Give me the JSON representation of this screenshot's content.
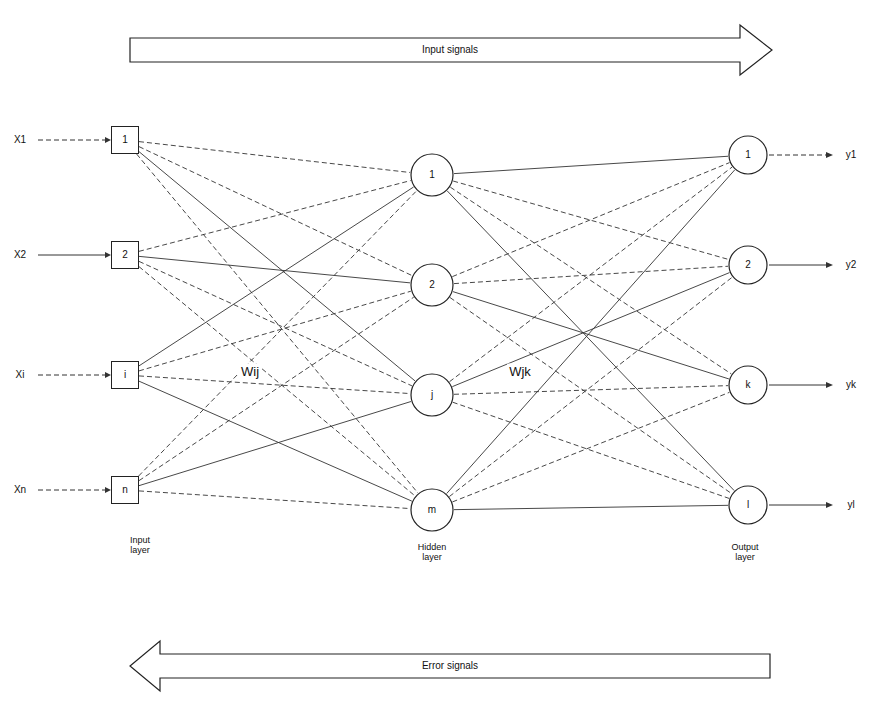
{
  "diagram": {
    "nodes": [
      {
        "text": [
          "1"
        ]
      },
      {
        "text": [
          "2"
        ]
      },
      {
        "text": [
          "i"
        ]
      },
      {
        "text": [
          "n"
        ]
      },
      {
        "text": [
          "1"
        ]
      },
      {
        "text": [
          "2"
        ]
      },
      {
        "text": [
          "j"
        ]
      },
      {
        "text": [
          "m"
        ]
      },
      {
        "text": [
          "1"
        ]
      },
      {
        "text": [
          "2"
        ]
      },
      {
        "text": [
          "k"
        ]
      },
      {
        "text": [
          "l"
        ]
      }
    ],
    "edges": [
      {
        "from": 0,
        "to": 4,
        "arrow": "none"
      },
      {
        "from": 0,
        "to": 5,
        "arrow": "none"
      },
      {
        "from": 0,
        "to": 6,
        "arrow": "none"
      },
      {
        "from": 0,
        "to": 7,
        "arrow": "none"
      },
      {
        "from": 1,
        "to": 4,
        "arrow": "none"
      },
      {
        "from": 1,
        "to": 5,
        "arrow": "none"
      },
      {
        "from": 1,
        "to": 6,
        "arrow": "none"
      },
      {
        "from": 1,
        "to": 7,
        "arrow": "none"
      },
      {
        "from": 2,
        "to": 4,
        "arrow": "none"
      },
      {
        "from": 2,
        "to": 5,
        "arrow": "none"
      },
      {
        "from": 2,
        "to": 6,
        "arrow": "none"
      },
      {
        "from": 2,
        "to": 7,
        "arrow": "none"
      },
      {
        "from": 3,
        "to": 4,
        "arrow": "none"
      },
      {
        "from": 3,
        "to": 5,
        "arrow": "none"
      },
      {
        "from": 3,
        "to": 6,
        "arrow": "none"
      },
      {
        "from": 3,
        "to": 7,
        "arrow": "none"
      },
      {
        "from": 4,
        "to": 8,
        "arrow": "none"
      },
      {
        "from": 4,
        "to": 9,
        "arrow": "none"
      },
      {
        "from": 4,
        "to": 10,
        "arrow": "none"
      },
      {
        "from": 4,
        "to": 11,
        "arrow": "none"
      },
      {
        "from": 5,
        "to": 8,
        "arrow": "none"
      },
      {
        "from": 5,
        "to": 9,
        "arrow": "none"
      },
      {
        "from": 5,
        "to": 10,
        "arrow": "none"
      },
      {
        "from": 5,
        "to": 11,
        "arrow": "none"
      },
      {
        "from": 6,
        "to": 8,
        "arrow": "none"
      },
      {
        "from": 6,
        "to": 9,
        "arrow": "none"
      },
      {
        "from": 6,
        "to": 10,
        "arrow": "none"
      },
      {
        "from": 6,
        "to": 11,
        "arrow": "none"
      },
      {
        "from": 7,
        "to": 8,
        "arrow": "none"
      },
      {
        "from": 7,
        "to": 9,
        "arrow": "none"
      },
      {
        "from": 7,
        "to": 10,
        "arrow": "none"
      },
      {
        "from": 7,
        "to": 11,
        "arrow": "none"
      }
    ],
    "labels": [
      "Input signals",
      "Error signals",
      "X1",
      "X2",
      "Xi",
      "Xn",
      "y1",
      "y2",
      "yk",
      "yl",
      "Input layer",
      "Hidden layer",
      "Output layer",
      "Wij",
      "Wjk"
    ]
  }
}
